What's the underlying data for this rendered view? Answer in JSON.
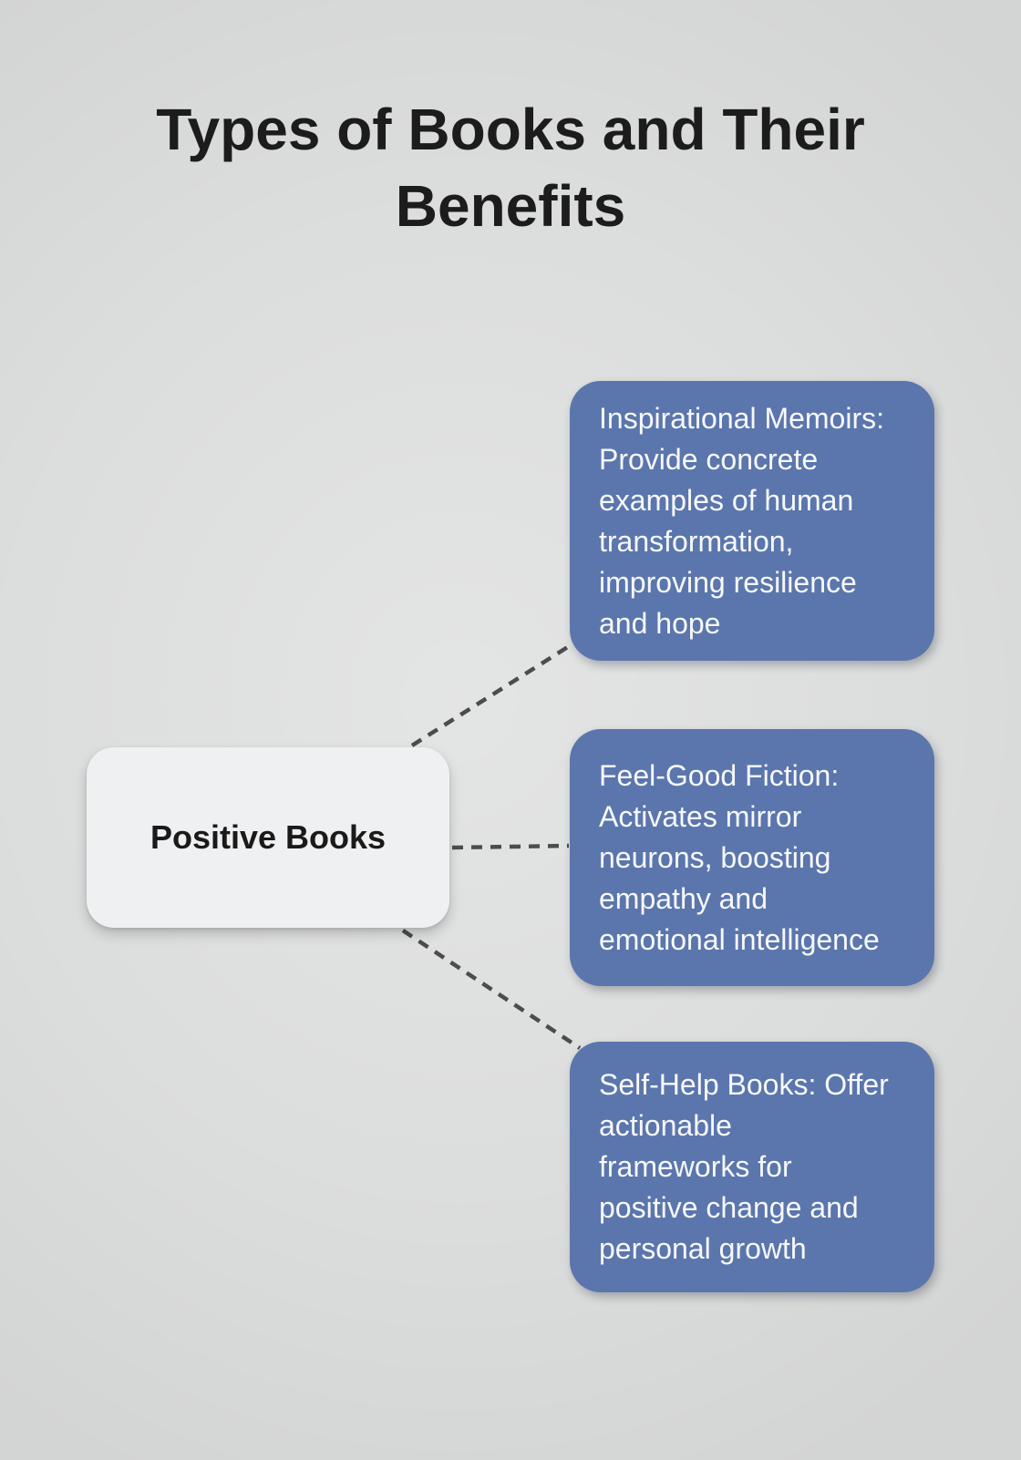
{
  "title": "Types of Books and Their\nBenefits",
  "diagram": {
    "root": {
      "label": "Positive Books"
    },
    "branches": [
      {
        "label": "Inspirational Memoirs:\nProvide concrete\nexamples of human\ntransformation,\nimproving resilience\nand hope"
      },
      {
        "label": "Feel-Good Fiction:\nActivates mirror\nneurons, boosting\nempathy and\nemotional intelligence"
      },
      {
        "label": "Self-Help Books: Offer\nactionable\nframeworks for\npositive change and\npersonal growth"
      }
    ]
  },
  "colors": {
    "background": "#dcdddd",
    "node_fill": "#5b76ad",
    "node_text": "#f7f8f9",
    "root_fill": "#eff0f2",
    "root_text": "#1a1a1a",
    "title": "#1c1c1c",
    "connector": "#4c4c4c"
  }
}
